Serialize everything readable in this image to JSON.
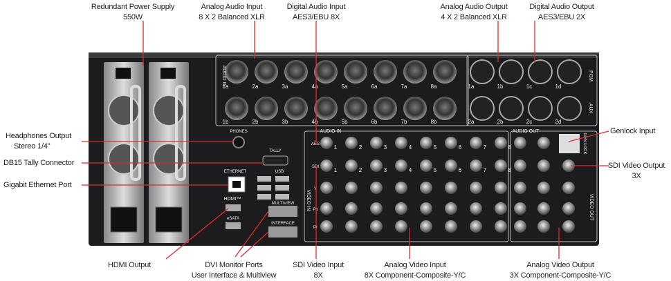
{
  "callouts": {
    "power_supply": [
      "Redundant Power Supply",
      "550W"
    ],
    "analog_audio_input": [
      "Analog Audio Input",
      "8 X 2 Balanced XLR"
    ],
    "digital_audio_input": [
      "Digital Audio Input",
      "AES3/EBU 8X"
    ],
    "analog_audio_output": [
      "Analog Audio Output",
      "4 X 2 Balanced XLR"
    ],
    "digital_audio_output": [
      "Digital Audio Output",
      "AES3/EBU 2X"
    ],
    "headphones": [
      "Headphones Output",
      "Stereo 1/4\""
    ],
    "tally": [
      "DB15 Tally Connector"
    ],
    "ethernet": [
      "Gigabit Ethernet Port"
    ],
    "genlock": [
      "Genlock Input"
    ],
    "sdi_output": [
      "SDI Video Output",
      "3X"
    ],
    "hdmi": [
      "HDMI Output"
    ],
    "dvi": [
      "DVI Monitor Ports",
      "User Interface & Multiview"
    ],
    "sdi_input": [
      "SDI Video Input",
      "8X"
    ],
    "analog_video_input": [
      "Analog Video Input",
      "8X Component-Composite-Y/C"
    ],
    "analog_video_output": [
      "Analog Video Output",
      "3X Component-Composite-Y/C"
    ]
  },
  "panel": {
    "audio_in": "AUDIO IN",
    "audio_out": "AUDIO OUT",
    "video_in": "VIDEO IN",
    "video_out": "VIDEO OUT",
    "phones": "PHONES",
    "tally": "TALLY",
    "usb": "USB",
    "ethernet": "ETHERNET",
    "hdmi": "HDMI™",
    "multiview": "MULTIVIEW",
    "interface": "INTERFACE",
    "esata": "eSATA",
    "pgm": "PGM",
    "aux": "AUX",
    "gen_lock": "GEN LOCK",
    "xlr_in_top": [
      "1a",
      "2a",
      "3a",
      "4a",
      "5a",
      "6a",
      "7a",
      "8a"
    ],
    "xlr_in_bottom": [
      "1b",
      "2b",
      "3b",
      "4b",
      "5b",
      "6b",
      "7b",
      "8b"
    ],
    "xlr_out_top": [
      "1a",
      "1b",
      "1c",
      "1d"
    ],
    "xlr_out_bottom": [
      "2a",
      "2b",
      "2c",
      "2d"
    ],
    "bnc_numbers": [
      "1",
      "2",
      "3",
      "4",
      "5",
      "6",
      "7",
      "8"
    ],
    "row_labels": [
      "AES",
      "SDI",
      "Y",
      "Pb",
      "Pr"
    ]
  },
  "colors": {
    "callout": "#e0282e",
    "panel": "#1c1c1e"
  }
}
